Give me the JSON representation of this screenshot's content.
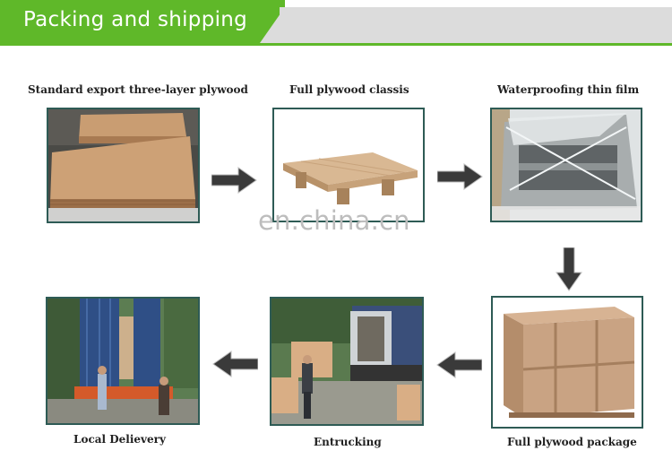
{
  "header": {
    "title": "Packing and shipping"
  },
  "steps": {
    "s1": {
      "label": "Standard export three-layer plywood"
    },
    "s2": {
      "label": "Full plywood classis"
    },
    "s3": {
      "label": "Waterproofing thin film"
    },
    "s4": {
      "label": "Full plywood package"
    },
    "s5": {
      "label": "Entrucking"
    },
    "s6": {
      "label": "Local Delievery"
    }
  },
  "watermark": "en.china.cn",
  "colors": {
    "accent": "#5fb829",
    "frame": "#2e5b55",
    "banner_grey": "#dcdcdc"
  }
}
